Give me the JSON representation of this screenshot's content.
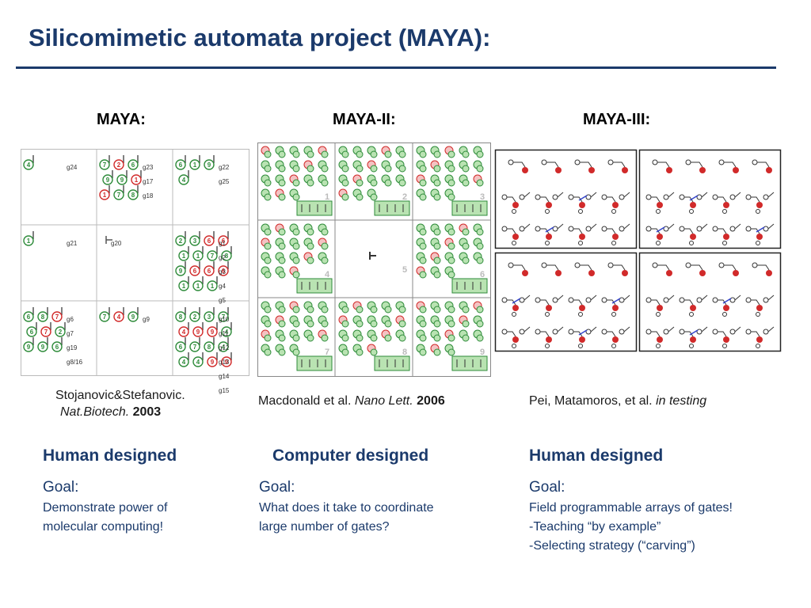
{
  "slide": {
    "title": "Silicomimetic automata project (MAYA):"
  },
  "columns": [
    {
      "heading": "MAYA:",
      "citation": {
        "line1": "Stojanovic&Stefanovic.",
        "journal": "Nat.Biotech.",
        "year": "2003"
      },
      "design": "Human designed",
      "goal_label": "Goal:",
      "goal_lines": [
        "Demonstrate power of",
        "molecular computing!"
      ]
    },
    {
      "heading": "MAYA-II:",
      "citation": {
        "authors": "Macdonald et al.",
        "journal": "Nano Lett.",
        "year": "2006"
      },
      "design": "Computer designed",
      "goal_label": "Goal:",
      "goal_lines": [
        "What does it take to coordinate",
        "large number of gates?"
      ]
    },
    {
      "heading": "MAYA-III:",
      "citation": {
        "authors": "Pei, Matamoros, et al.",
        "status": "in testing"
      },
      "design": "Human designed",
      "goal_label": "Goal:",
      "goal_lines": [
        "Field programmable arrays of gates!",
        "-Teaching “by example”",
        "-Selecting strategy (“carving”)"
      ]
    }
  ],
  "maya_grid": {
    "cells": [
      {
        "labels": [
          "g24"
        ],
        "nums": [
          {
            "v": "4",
            "c": "green"
          }
        ]
      },
      {
        "labels": [
          "g23",
          "g17",
          "g18"
        ],
        "nums": [
          {
            "v": "7",
            "c": "green"
          },
          {
            "v": "2",
            "c": "red"
          },
          {
            "v": "6",
            "c": "green"
          },
          {
            "v": "9",
            "c": "green"
          },
          {
            "v": "9",
            "c": "green"
          },
          {
            "v": "1",
            "c": "red"
          },
          {
            "v": "1",
            "c": "red"
          },
          {
            "v": "7",
            "c": "green"
          },
          {
            "v": "8",
            "c": "green"
          }
        ]
      },
      {
        "labels": [
          "g22",
          "g25"
        ],
        "nums": [
          {
            "v": "6",
            "c": "green"
          },
          {
            "v": "1",
            "c": "green"
          },
          {
            "v": "9",
            "c": "green"
          },
          {
            "v": "4",
            "c": "green"
          }
        ]
      },
      {
        "labels": [
          "g21"
        ],
        "nums": [
          {
            "v": "1",
            "c": "green"
          }
        ]
      },
      {
        "labels": [
          "g20"
        ],
        "nums": []
      },
      {
        "labels": [
          "g1",
          "g2",
          "g3",
          "g4",
          "g5"
        ],
        "nums": [
          {
            "v": "2",
            "c": "green"
          },
          {
            "v": "3",
            "c": "green"
          },
          {
            "v": "6",
            "c": "red"
          },
          {
            "v": "6",
            "c": "red"
          },
          {
            "v": "1",
            "c": "green"
          },
          {
            "v": "1",
            "c": "green"
          },
          {
            "v": "7",
            "c": "green"
          },
          {
            "v": "8",
            "c": "green"
          },
          {
            "v": "9",
            "c": "green"
          },
          {
            "v": "6",
            "c": "red"
          },
          {
            "v": "6",
            "c": "red"
          },
          {
            "v": "6",
            "c": "red"
          },
          {
            "v": "1",
            "c": "green"
          },
          {
            "v": "1",
            "c": "green"
          },
          {
            "v": "1",
            "c": "green"
          }
        ]
      },
      {
        "labels": [
          "g6",
          "g7",
          "g19",
          "g8/16"
        ],
        "nums": [
          {
            "v": "6",
            "c": "green"
          },
          {
            "v": "8",
            "c": "green"
          },
          {
            "v": "7",
            "c": "red"
          },
          {
            "v": "6",
            "c": "green"
          },
          {
            "v": "7",
            "c": "red"
          },
          {
            "v": "2",
            "c": "green"
          },
          {
            "v": "9",
            "c": "green"
          },
          {
            "v": "9",
            "c": "green"
          },
          {
            "v": "6",
            "c": "green"
          }
        ]
      },
      {
        "labels": [
          "g9"
        ],
        "nums": [
          {
            "v": "7",
            "c": "green"
          },
          {
            "v": "4",
            "c": "red"
          },
          {
            "v": "9",
            "c": "green"
          }
        ]
      },
      {
        "labels": [
          "g10",
          "g11",
          "g12",
          "g13",
          "g14",
          "g15"
        ],
        "nums": [
          {
            "v": "8",
            "c": "green"
          },
          {
            "v": "2",
            "c": "green"
          },
          {
            "v": "3",
            "c": "green"
          },
          {
            "v": "7",
            "c": "green"
          },
          {
            "v": "4",
            "c": "red"
          },
          {
            "v": "9",
            "c": "red"
          },
          {
            "v": "9",
            "c": "red"
          },
          {
            "v": "4",
            "c": "green"
          },
          {
            "v": "6",
            "c": "green"
          },
          {
            "v": "7",
            "c": "green"
          },
          {
            "v": "8",
            "c": "green"
          },
          {
            "v": "4",
            "c": "green"
          },
          {
            "v": "4",
            "c": "green"
          },
          {
            "v": "4",
            "c": "green"
          },
          {
            "v": "9",
            "c": "red"
          },
          {
            "v": "9",
            "c": "red"
          }
        ]
      }
    ]
  },
  "maya2_grid": {
    "cell_numbers": [
      "1",
      "2",
      "3",
      "4",
      "5",
      "6",
      "7",
      "8",
      "9"
    ]
  },
  "colors": {
    "title": "#1b3a6b",
    "green_gate": "#2e8b3a",
    "red_gate": "#d12a2a",
    "maya2_green_fill": "#b9e3b2"
  }
}
